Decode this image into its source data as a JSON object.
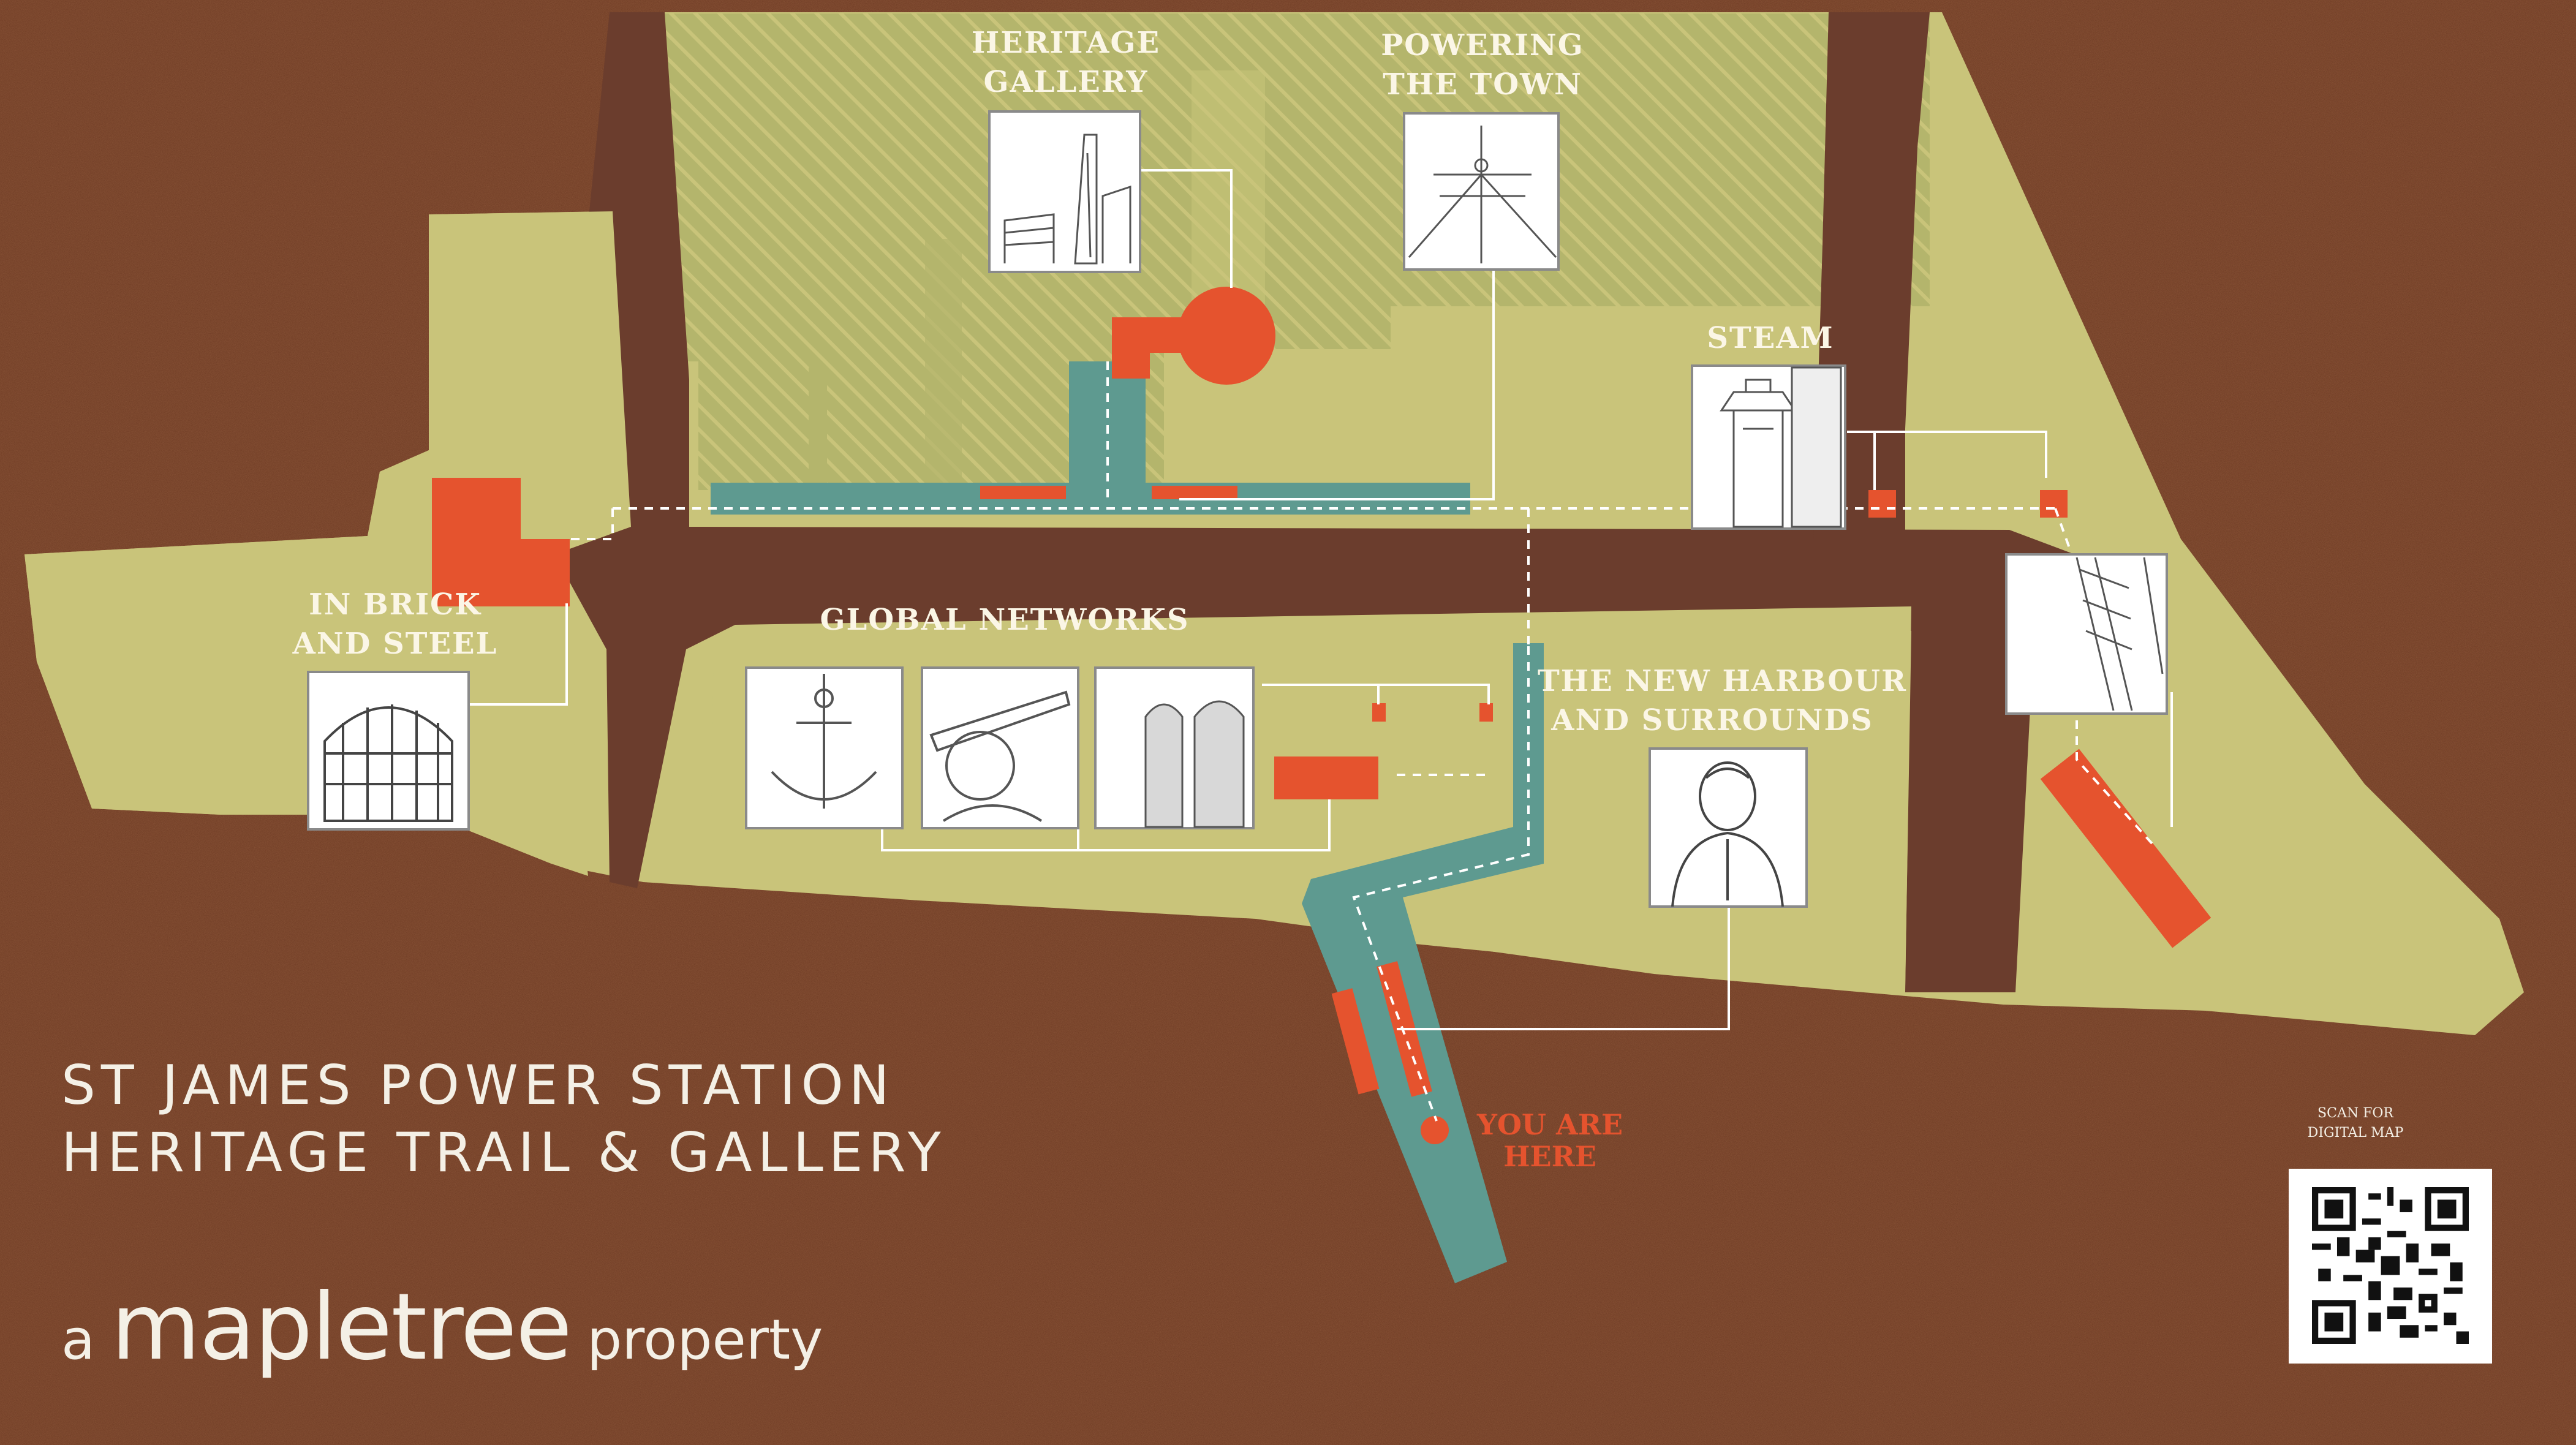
{
  "title": {
    "line1": "ST JAMES POWER STATION",
    "line2": "HERITAGE TRAIL & GALLERY"
  },
  "brand": {
    "prefix": "a",
    "name": "mapletree",
    "suffix": "property"
  },
  "stops": {
    "heritage_gallery": {
      "line1": "HERITAGE",
      "line2": "GALLERY"
    },
    "powering_the_town": {
      "line1": "POWERING",
      "line2": "THE TOWN"
    },
    "steam": {
      "line1": "STEAM"
    },
    "in_brick_and_steel": {
      "line1": "IN BRICK",
      "line2": "AND STEEL"
    },
    "global_networks": {
      "line1": "GLOBAL NETWORKS"
    },
    "new_harbour": {
      "line1": "THE NEW HARBOUR",
      "line2": "AND SURROUNDS"
    }
  },
  "you_are_here": {
    "line1": "YOU ARE",
    "line2": "HERE"
  },
  "qr": {
    "line1": "SCAN FOR",
    "line2": "DIGITAL MAP"
  },
  "colors": {
    "ground": "#6e3b24",
    "land": "#c9c47a",
    "road": "#6b3d2d",
    "path": "#5e9a90",
    "marker": "#e5532e",
    "text": "#fbf6e6"
  }
}
